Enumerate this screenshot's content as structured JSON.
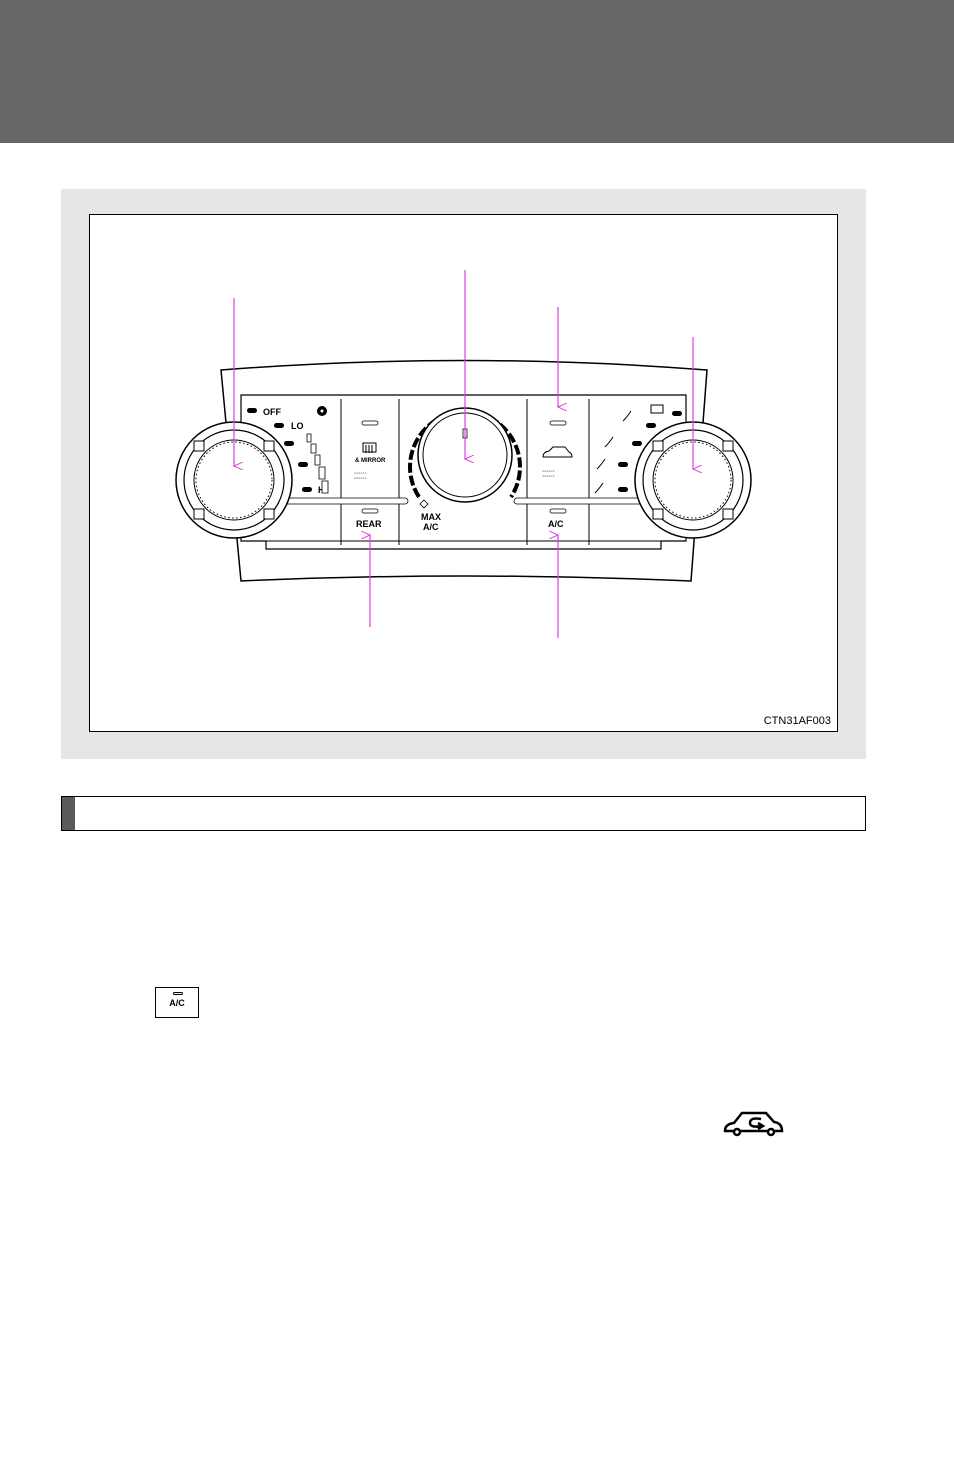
{
  "figure": {
    "code": "CTN31AF003",
    "panel": {
      "fan_off": "OFF",
      "fan_lo": "LO",
      "fan_hi": "HI",
      "mirror_label": "& MIRROR",
      "rear_label": "REAR",
      "max_label": "MAX",
      "max_ac_label": "A/C",
      "ac_label": "A/C"
    },
    "colors": {
      "callout": "#e040e0",
      "header": "#666666",
      "panel_bg": "#e6e6e6"
    },
    "icons": [
      "fan-icon",
      "rear-defogger-icon",
      "recirculation-icon",
      "windshield-defroster-icon",
      "foot-windshield-icon",
      "foot-icon",
      "bi-level-icon",
      "face-icon"
    ]
  },
  "section": {
    "title": ""
  },
  "inline": {
    "ac_button_label": "A/C",
    "icons": [
      "ac-button-icon",
      "recirculation-icon"
    ]
  }
}
